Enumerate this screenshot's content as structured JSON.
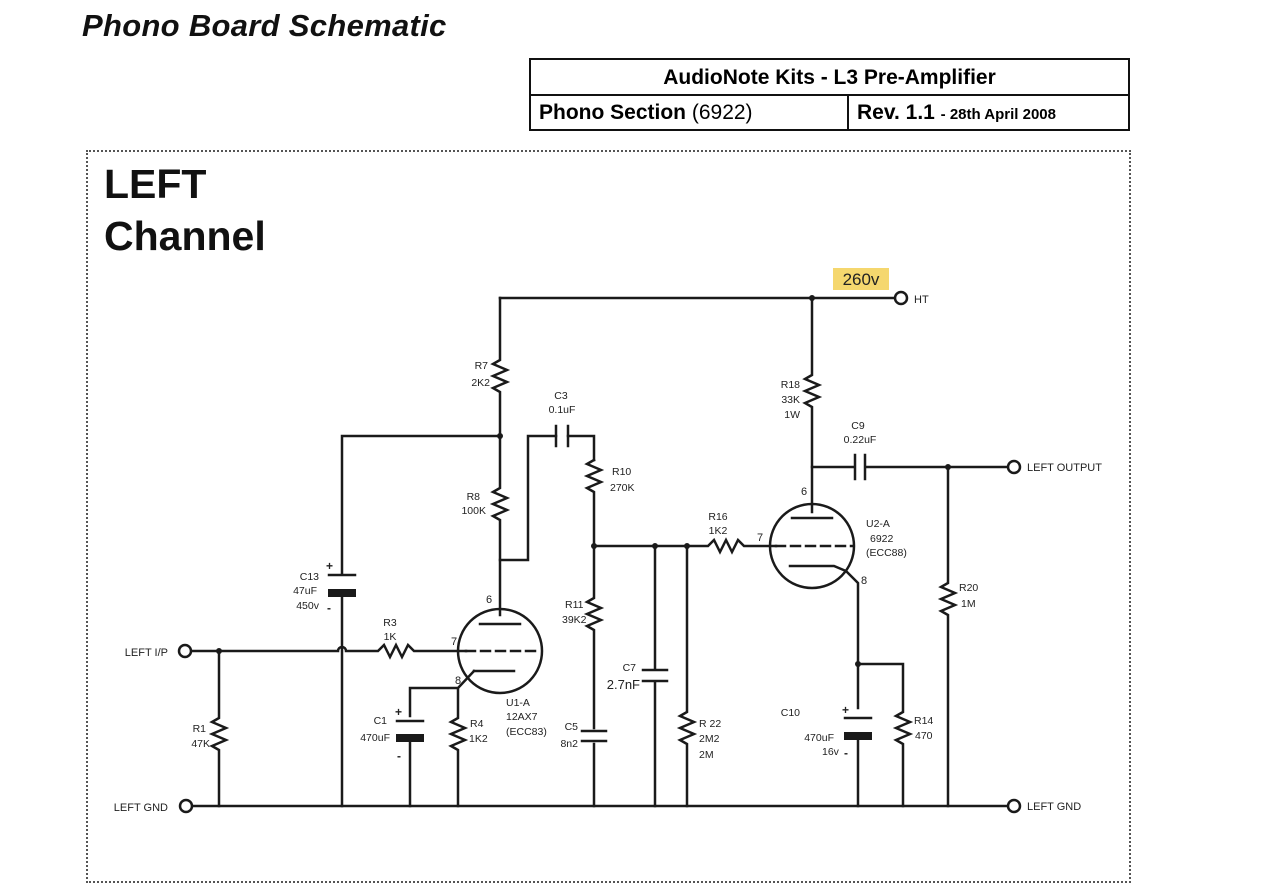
{
  "page_title": "Phono Board Schematic",
  "title_block": {
    "main": "AudioNote Kits - L3 Pre-Amplifier",
    "section_label": "Phono Section",
    "section_num": "(6922)",
    "rev": "Rev. 1.1",
    "date": "- 28th April 2008"
  },
  "channel": {
    "line1": "LEFT",
    "line2": "Channel"
  },
  "supply": {
    "voltage": "260v",
    "label": "HT"
  },
  "terminals": {
    "input": "LEFT I/P",
    "output": "LEFT OUTPUT",
    "gnd_left": "LEFT GND",
    "gnd_right": "LEFT GND"
  },
  "components": {
    "r1": [
      "R1",
      "47K"
    ],
    "r3": [
      "R3",
      "1K"
    ],
    "r4": [
      "R4",
      "1K2"
    ],
    "r7": [
      "R7",
      "2K2"
    ],
    "r8": [
      "R8",
      "100K"
    ],
    "r10": [
      "R10",
      "270K"
    ],
    "r11": [
      "R11",
      "39K2"
    ],
    "r14": [
      "R14",
      "470"
    ],
    "r16": [
      "R16",
      "1K2"
    ],
    "r18": [
      "R18",
      "33K",
      "1W"
    ],
    "r20": [
      "R20",
      "1M"
    ],
    "r22": [
      "R 22",
      "2M2",
      "2M"
    ],
    "c1": [
      "C1",
      "470uF"
    ],
    "c3": [
      "C3",
      "0.1uF"
    ],
    "c5": [
      "C5",
      "8n2"
    ],
    "c7": [
      "C7",
      "2.7nF"
    ],
    "c9": [
      "C9",
      "0.22uF"
    ],
    "c10": [
      "C10",
      "470uF",
      "16v"
    ],
    "c13": [
      "C13",
      "47uF",
      "450v"
    ],
    "u1": [
      "U1-A",
      "12AX7",
      "(ECC83)"
    ],
    "u2": [
      "U2-A",
      "6922",
      "(ECC88)"
    ]
  },
  "pins": {
    "u1_anode": "6",
    "u1_grid": "7",
    "u1_cathode": "8",
    "u2_anode": "6",
    "u2_grid": "7",
    "u2_cathode": "8"
  },
  "polarity": {
    "plus": "+",
    "minus": "-"
  },
  "colors": {
    "line": "#1a1a1a",
    "highlight": "#f5d76e"
  }
}
